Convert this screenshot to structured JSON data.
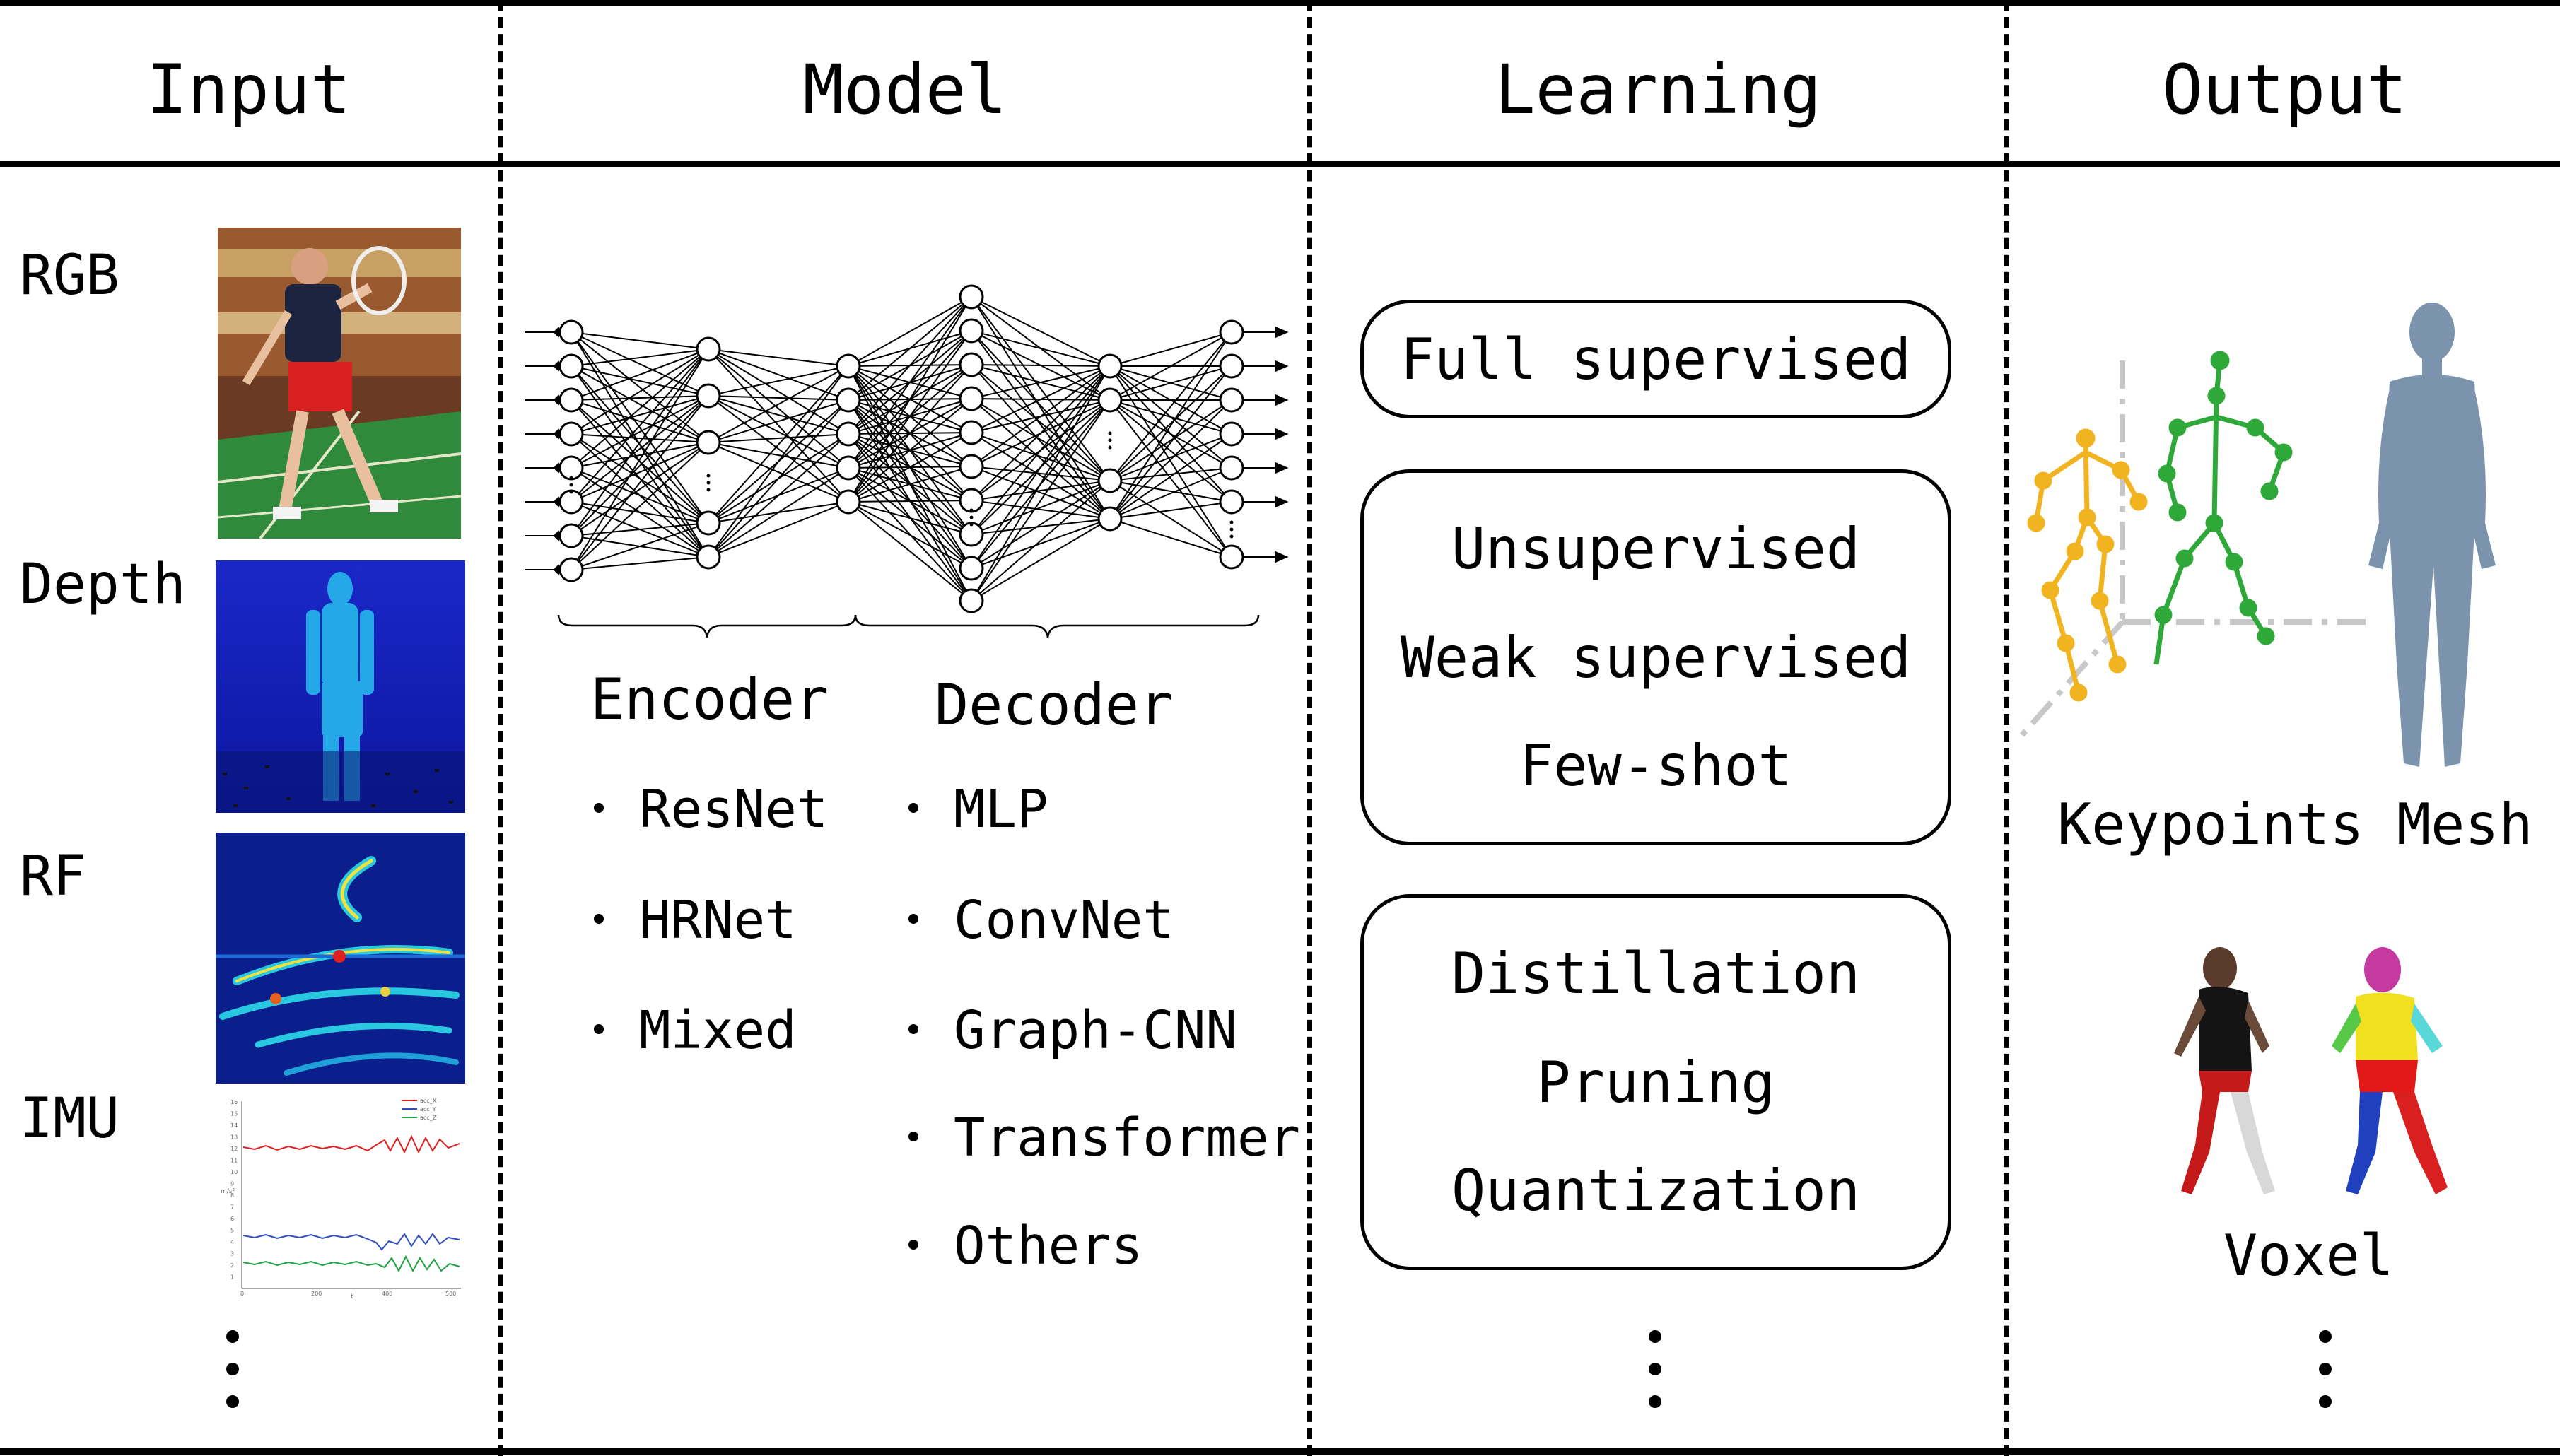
{
  "columns": {
    "input": "Input",
    "model": "Model",
    "learning": "Learning",
    "output": "Output"
  },
  "input": {
    "rgb": "RGB",
    "depth": "Depth",
    "rf": "RF",
    "imu": "IMU",
    "imu_plot": {
      "y_ticks": [
        "16",
        "15",
        "14",
        "13",
        "12",
        "11",
        "10",
        "9",
        "8",
        "7",
        "6",
        "5",
        "4",
        "3",
        "2",
        "1"
      ],
      "x_ticks": [
        "0",
        "200",
        "400",
        "500"
      ],
      "legend": [
        "acc_X",
        "acc_Y",
        "acc_Z"
      ],
      "ylabel": "m/s²",
      "xlabel": "t",
      "series_colors": [
        "#e02020",
        "#3050c0",
        "#20a040"
      ]
    }
  },
  "model": {
    "encoder": "Encoder",
    "decoder": "Decoder",
    "encoder_items": [
      "ResNet",
      "HRNet",
      "Mixed"
    ],
    "decoder_items": [
      "MLP",
      "ConvNet",
      "Graph-CNN",
      "Transformer",
      "Others"
    ]
  },
  "learning": {
    "box1": [
      "Full supervised"
    ],
    "box2": [
      "Unsupervised",
      "Weak supervised",
      "Few-shot"
    ],
    "box3": [
      "Distillation",
      "Pruning",
      "Quantization"
    ]
  },
  "output": {
    "keypoints": "Keypoints",
    "mesh": "Mesh",
    "voxel": "Voxel",
    "colors": {
      "yellow_skeleton": "#f2b320",
      "green_skeleton": "#2fa83a",
      "mesh": "#7b93ad"
    }
  }
}
